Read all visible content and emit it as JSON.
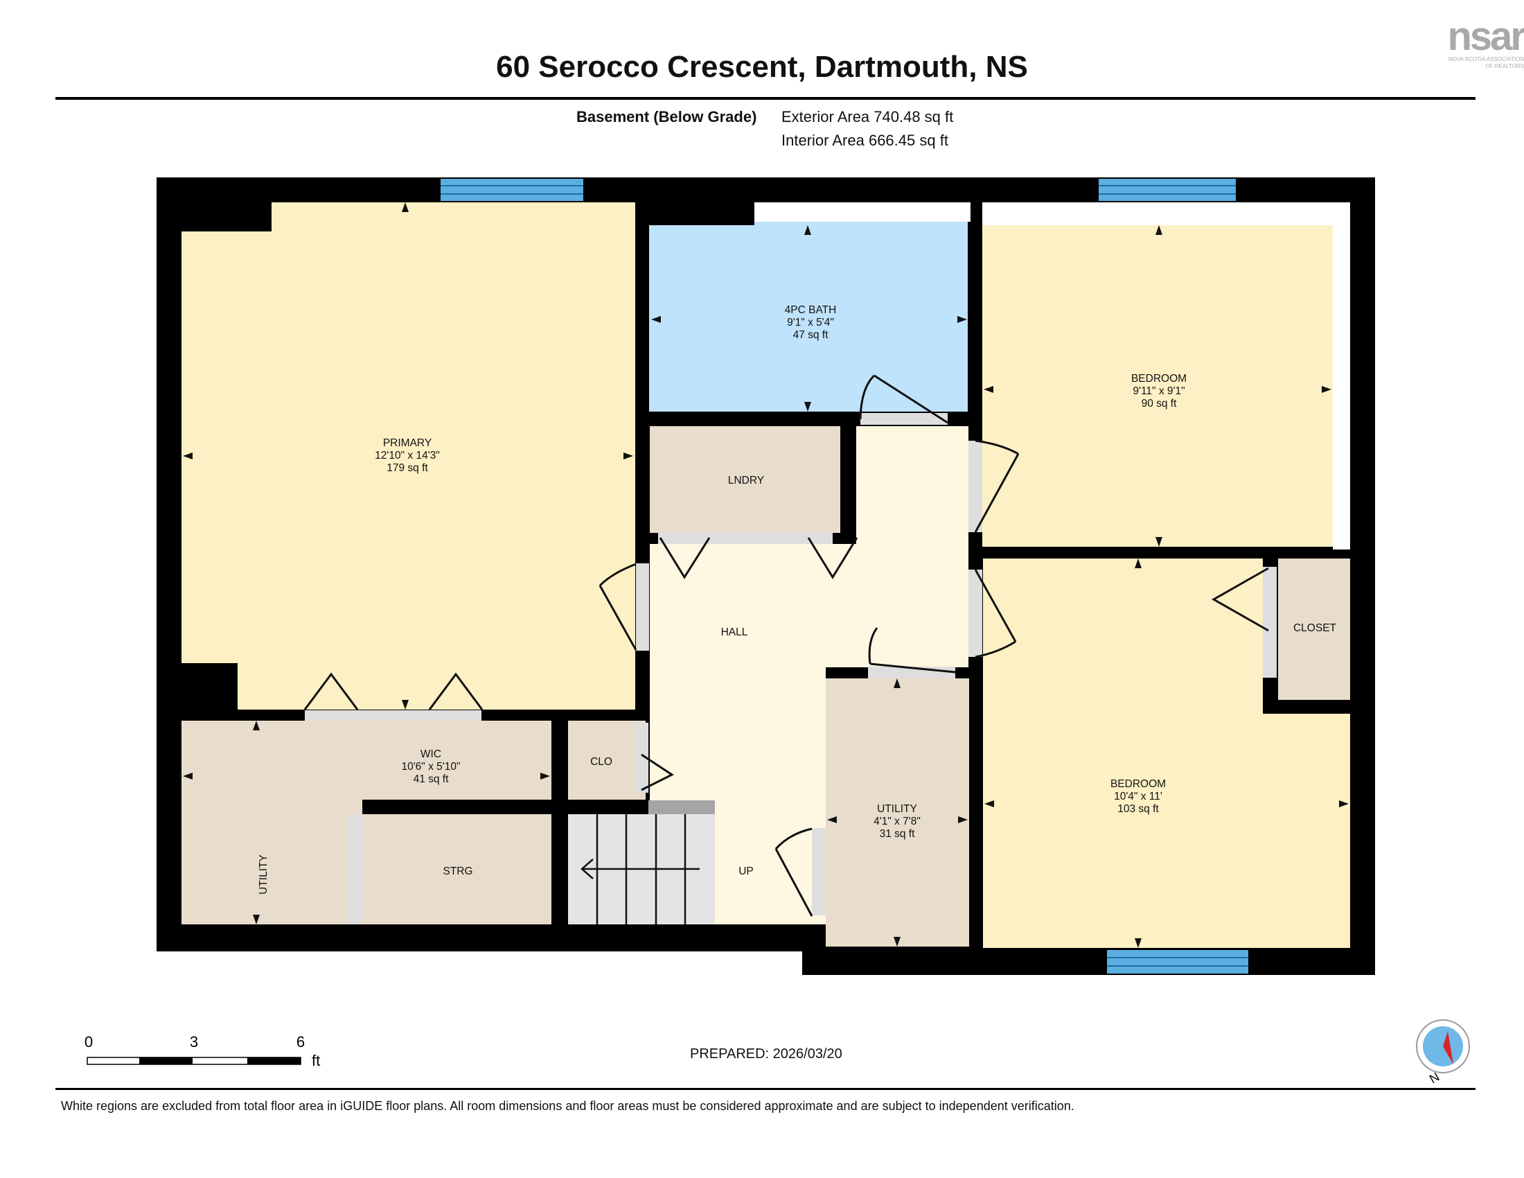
{
  "title": "60 Serocco Crescent, Dartmouth, NS",
  "areas": {
    "floor_label": "Basement (Below Grade)",
    "exterior": "Exterior Area 740.48 sq ft",
    "interior": "Interior Area 666.45 sq ft"
  },
  "logo": {
    "text": "nsar",
    "subtitle": "NOVA SCOTIA ASSOCIATION OF REALTORS"
  },
  "rooms": {
    "primary": {
      "name": "PRIMARY",
      "dims": "12'10\" x 14'3\"",
      "area": "179 sq ft"
    },
    "bath": {
      "name": "4PC BATH",
      "dims": "9'1\" x 5'4\"",
      "area": "47 sq ft"
    },
    "bedroom1": {
      "name": "BEDROOM",
      "dims": "9'11\" x 9'1\"",
      "area": "90 sq ft"
    },
    "lndry": {
      "name": "LNDRY"
    },
    "hall": {
      "name": "HALL"
    },
    "closet": {
      "name": "CLOSET"
    },
    "wic": {
      "name": "WIC",
      "dims": "10'6\" x 5'10\"",
      "area": "41 sq ft"
    },
    "clo": {
      "name": "CLO"
    },
    "utility_small": {
      "name": "UTILITY",
      "dims": "4'1\" x 7'8\"",
      "area": "31 sq ft"
    },
    "utility_side": {
      "name": "UTILITY"
    },
    "strg": {
      "name": "STRG"
    },
    "up": {
      "name": "UP"
    },
    "bedroom2": {
      "name": "BEDROOM",
      "dims": "10'4\" x 11'",
      "area": "103 sq ft"
    }
  },
  "scale": {
    "labels": [
      "0",
      "3",
      "6"
    ],
    "unit": "ft"
  },
  "compass": {
    "label": "N"
  },
  "prepared": "PREPARED: 2026/03/20",
  "footnote": "White regions are excluded from total floor area in iGUIDE floor plans. All room dimensions and floor areas must be considered approximate and are subject to independent verification.",
  "colors": {
    "wall": "#000000",
    "bedroom_fill": "#fdf0c4",
    "bath_fill": "#bfe3fb",
    "utility_fill": "#e8ddcc",
    "hall_fill": "#fef7e1",
    "window": "#5aaee0",
    "door_gap": "#dedede"
  }
}
